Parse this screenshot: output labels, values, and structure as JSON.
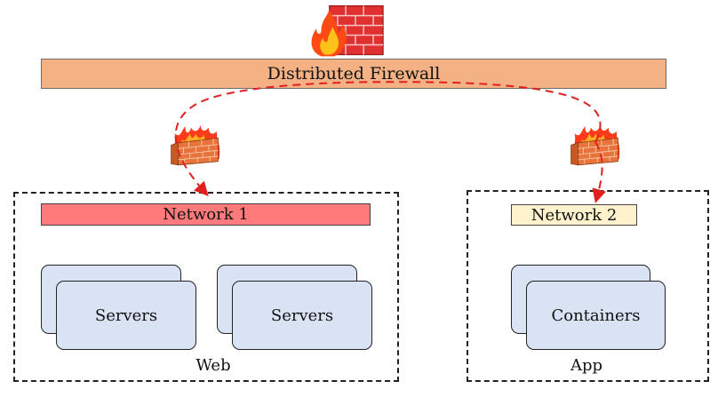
{
  "firewall": {
    "label": "Distributed Firewall"
  },
  "groups": [
    {
      "caption": "Web",
      "network_label": "Network 1",
      "network_color": "#ff7b7b",
      "stacks": [
        {
          "label": "Servers"
        },
        {
          "label": "Servers"
        }
      ]
    },
    {
      "caption": "App",
      "network_label": "Network 2",
      "network_color": "#fff2cc",
      "stacks": [
        {
          "label": "Containers"
        }
      ]
    }
  ],
  "icons": {
    "top": "firewall-icon",
    "left": "firewall-icon",
    "right": "firewall-icon"
  },
  "colors": {
    "firewall_bar": "#f4b183",
    "card_fill": "#dae3f3",
    "arrow": "#e02020",
    "brick": "#e8743b",
    "flame": "#ff3a1a"
  }
}
